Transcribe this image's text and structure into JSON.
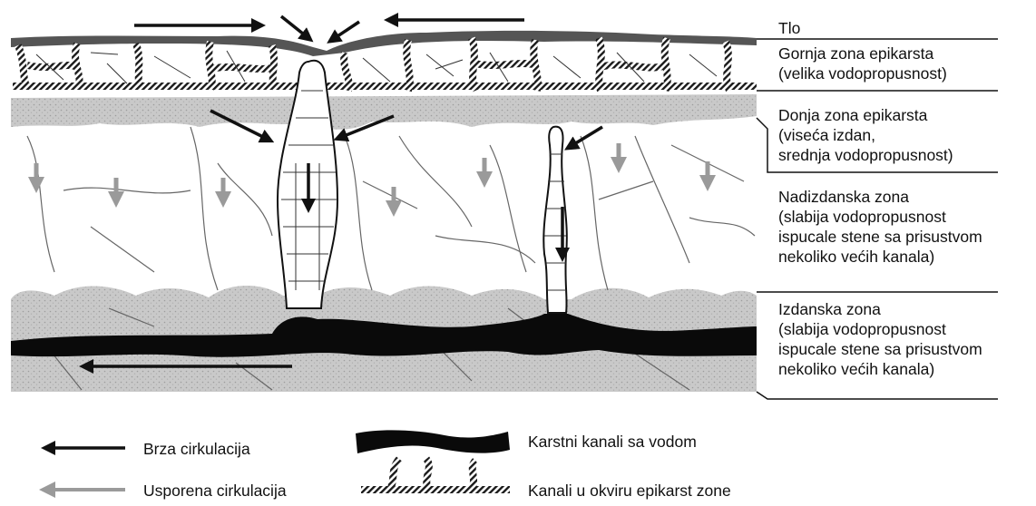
{
  "zones": [
    {
      "id": "tlo",
      "lines": [
        "Tlo"
      ]
    },
    {
      "id": "gornja",
      "lines": [
        "Gornja zona epikarsta",
        "(velika vodopropusnost)"
      ]
    },
    {
      "id": "donja",
      "lines": [
        "Donja zona epikarsta",
        "(viseća izdan,",
        "srednja vodopropusnost)"
      ]
    },
    {
      "id": "nadizdanska",
      "lines": [
        "Nadizdanska zona",
        "(slabija vodopropusnost",
        "ispucale stene sa prisustvom",
        "nekoliko većih kanala)"
      ]
    },
    {
      "id": "izdanska",
      "lines": [
        "Izdanska zona",
        "(slabija vodopropusnost",
        "ispucale stene sa prisustvom",
        "nekoliko većih kanala)"
      ]
    }
  ],
  "legend": {
    "fast_circulation": "Brza cirkulacija",
    "slow_circulation": "Usporena cirkulacija",
    "karst_channels_water": "Karstni kanali sa vodom",
    "epikarst_channels": "Kanali u okviru epikarst zone"
  },
  "colors": {
    "ink": "#111111",
    "gray_arrow": "#9a9a9a",
    "stippled_zone": "#c8c8c8",
    "soil": "#555555",
    "paper": "#ffffff"
  }
}
